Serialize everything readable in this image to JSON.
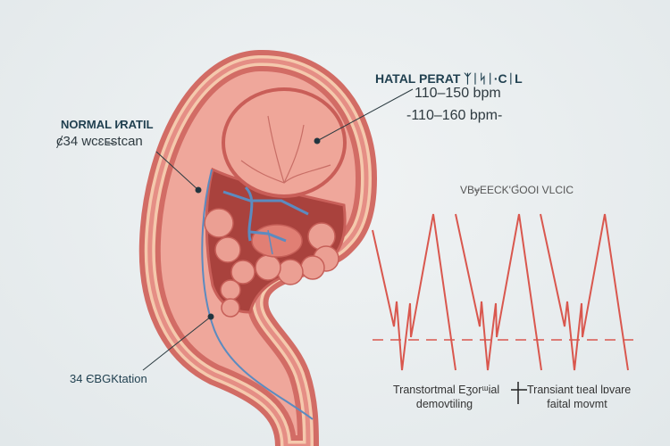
{
  "labels": {
    "heart_rate_title": "HATAL PERAT ᛉᛁᛋᛁ·CᛁL",
    "heart_rate_range_1": "110–150 bpm",
    "heart_rate_range_2": "-110–160 bpm-",
    "normal_title": "NORMAL I⁄RATIL",
    "normal_subtitle": "ȼ34 wᴄɛᴇ̶stcan",
    "gestation": "34 ЄBGKtation",
    "waveform_title": "VBɏEECK'G̛OOI VLCIC"
  },
  "legend": [
    {
      "line1": "Transtortmal Eʒorᵚial",
      "line2": "demovtiling"
    },
    {
      "line1": "Transiant tıeal lɒvare",
      "line2": "faital movmt"
    }
  ],
  "colors": {
    "trace": "#d9574e",
    "text_dark": "#1f3f4f",
    "tissue": "#e8958c"
  }
}
